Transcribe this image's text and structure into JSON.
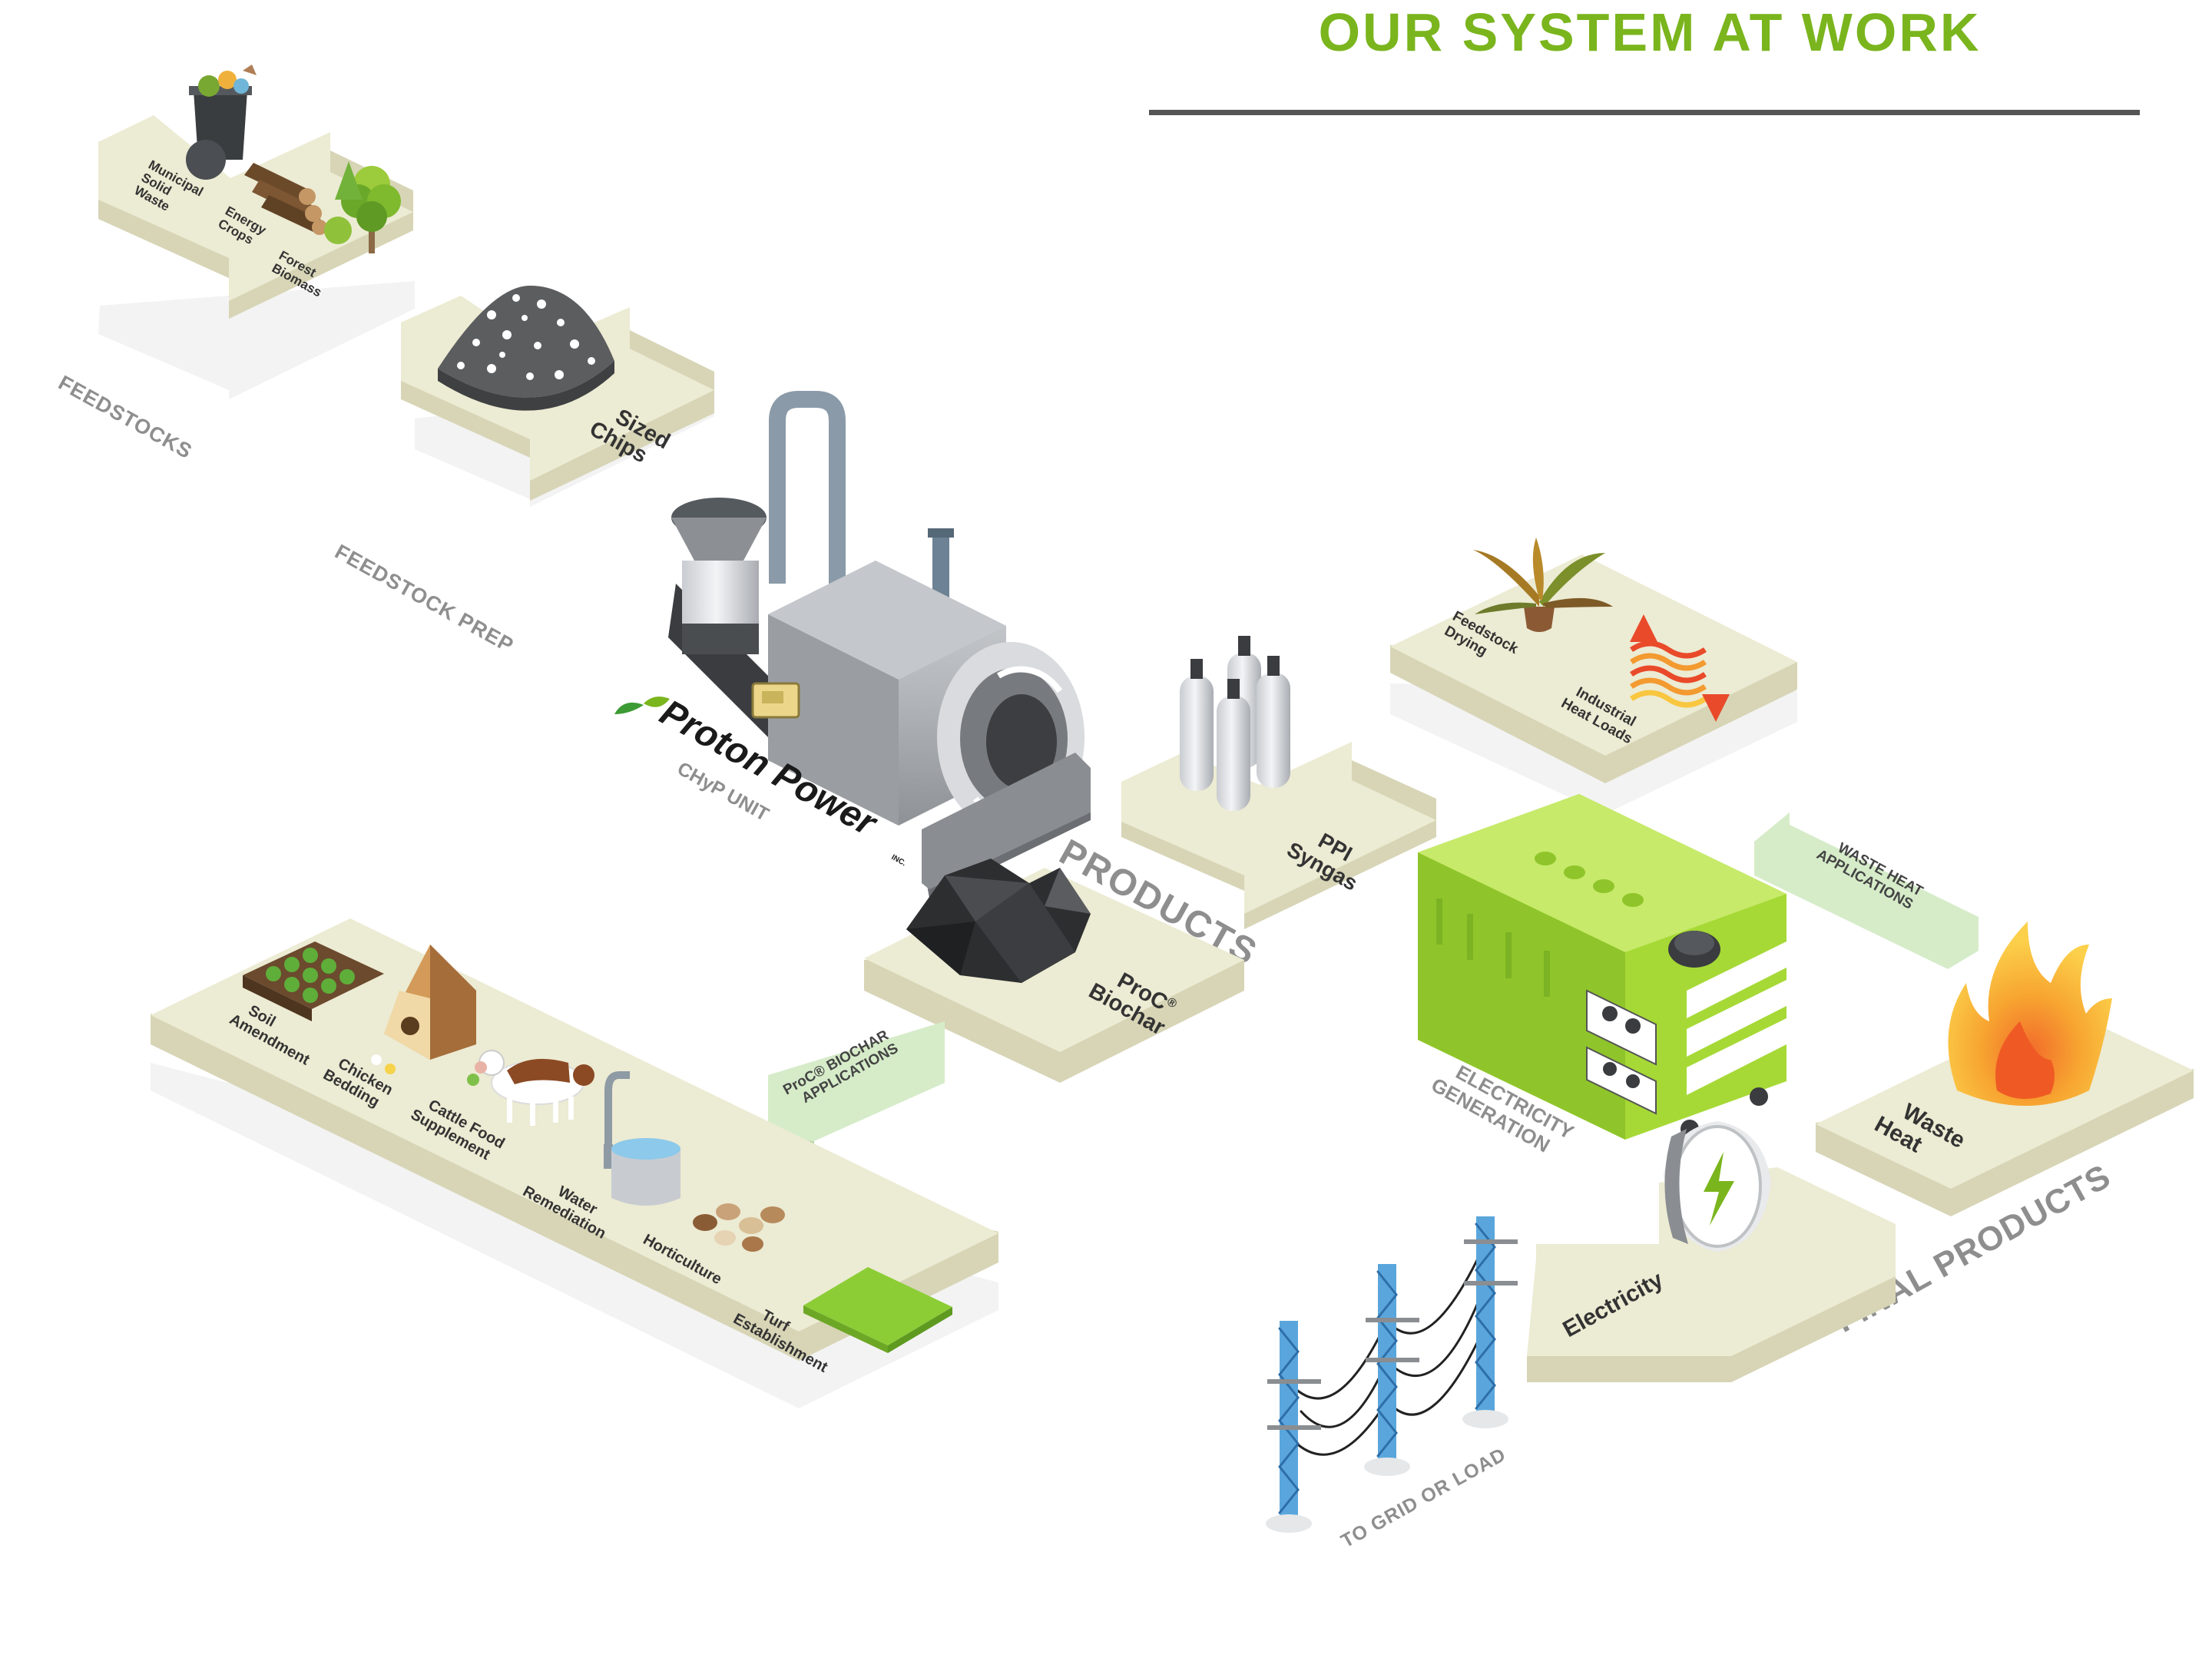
{
  "header": {
    "title": "OUR SYSTEM AT WORK"
  },
  "colors": {
    "title_green": "#7ab51d",
    "tile_beige": "#ecebd3",
    "tile_edge": "#d7d5b6",
    "light_green": "#d6ecc9",
    "generator_green": "#a6d936",
    "section_gray": "#8e8e8e"
  },
  "sections": {
    "feedstocks": "FEEDSTOCKS",
    "feedstock_prep": "FEEDSTOCK PREP",
    "products": "PRODUCTS",
    "electricity_generation_line1": "ELECTRICITY",
    "electricity_generation_line2": "GENERATION",
    "final_products": "FINAL PRODUCTS",
    "to_grid": "TO GRID OR LOAD"
  },
  "feedstocks": {
    "municipal": [
      "Municipal",
      "Solid",
      "Waste"
    ],
    "energy": [
      "Energy",
      "Crops"
    ],
    "forest": [
      "Forest",
      "Biomass"
    ]
  },
  "prep": {
    "label_line1": "Sized",
    "label_line2": "Chips"
  },
  "unit": {
    "brand": "Proton Power",
    "brand_suffix": "INC.",
    "name": "CHyP UNIT"
  },
  "products": {
    "syngas_line1": "PPI",
    "syngas_line2": "Syngas",
    "biochar_line1": "ProC",
    "biochar_mark": "®",
    "biochar_line2": "Biochar"
  },
  "biochar_applications": {
    "arrow_line1": "ProC® BIOCHAR",
    "arrow_line2": "APPLICATIONS",
    "items": [
      [
        "Soil",
        "Amendment"
      ],
      [
        "Chicken",
        "Bedding"
      ],
      [
        "Cattle Food",
        "Supplement"
      ],
      [
        "Water",
        "Remediation"
      ],
      [
        "Horticulture"
      ],
      [
        "Turf",
        "Establishment"
      ]
    ]
  },
  "heat": {
    "arrow_line1": "WASTE HEAT",
    "arrow_line2": "APPLICATIONS",
    "drying": [
      "Feedstock",
      "Drying"
    ],
    "industrial": [
      "Industrial",
      "Heat Loads"
    ],
    "waste_heat_line1": "Waste",
    "waste_heat_line2": "Heat"
  },
  "final": {
    "electricity": "Electricity"
  }
}
